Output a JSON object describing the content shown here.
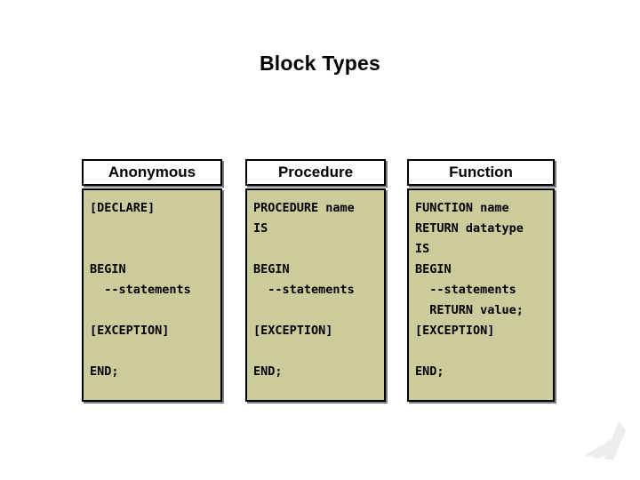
{
  "slide": {
    "title": "Block Types",
    "background_color": "#ffffff",
    "header_bg_color": "#ffffff",
    "body_bg_color": "#cbcb9b",
    "border_color": "#000000",
    "text_color": "#000000"
  },
  "columns": [
    {
      "header": "Anonymous",
      "lines": [
        "[DECLARE]",
        "",
        "",
        "BEGIN",
        "  --statements",
        "",
        "[EXCEPTION]",
        "",
        "END;"
      ]
    },
    {
      "header": "Procedure",
      "lines": [
        "PROCEDURE name",
        "IS",
        "",
        "BEGIN",
        "  --statements",
        "",
        "[EXCEPTION]",
        "",
        "END;"
      ]
    },
    {
      "header": "Function",
      "lines": [
        "FUNCTION name",
        "RETURN datatype",
        "IS",
        "BEGIN",
        "  --statements",
        "  RETURN value;",
        "[EXCEPTION]",
        "",
        "END;"
      ]
    }
  ],
  "decoration": {
    "name": "corner-swoosh",
    "color": "#ededed"
  }
}
